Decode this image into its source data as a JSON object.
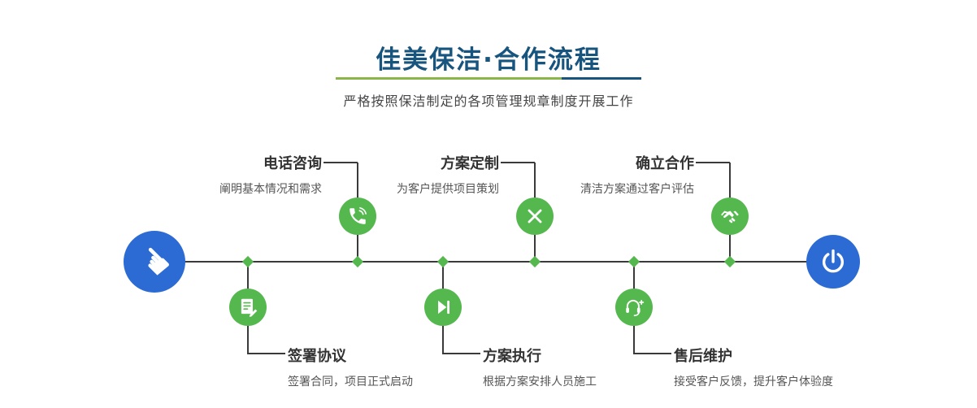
{
  "header": {
    "title": "佳美保洁·合作流程",
    "subtitle": "严格按照保洁制定的各项管理规章制度开展工作"
  },
  "flow": {
    "start_icon": "hand-pointer-icon",
    "start_glyph": "☚",
    "end_icon": "power-icon",
    "steps_top": [
      {
        "title": "电话咨询",
        "desc": "阐明基本情况和需求",
        "icon": "phone-icon"
      },
      {
        "title": "方案定制",
        "desc": "为客户提供项目策划",
        "icon": "design-tools-icon"
      },
      {
        "title": "确立合作",
        "desc": "清洁方案通过客户评估",
        "icon": "handshake-icon"
      }
    ],
    "steps_bottom": [
      {
        "title": "签署协议",
        "desc": "签署合同，项目正式启动",
        "icon": "contract-icon"
      },
      {
        "title": "方案执行",
        "desc": "根据方案安排人员施工",
        "icon": "play-next-icon"
      },
      {
        "title": "售后维护",
        "desc": "接受客户反馈，提升客户体验度",
        "icon": "headset-icon"
      }
    ]
  },
  "colors": {
    "accent_blue": "#2b6bd3",
    "accent_green": "#55b84e",
    "title_color": "#17547e",
    "divider_green": "#8ab648",
    "line_color": "#3a3a3a"
  }
}
